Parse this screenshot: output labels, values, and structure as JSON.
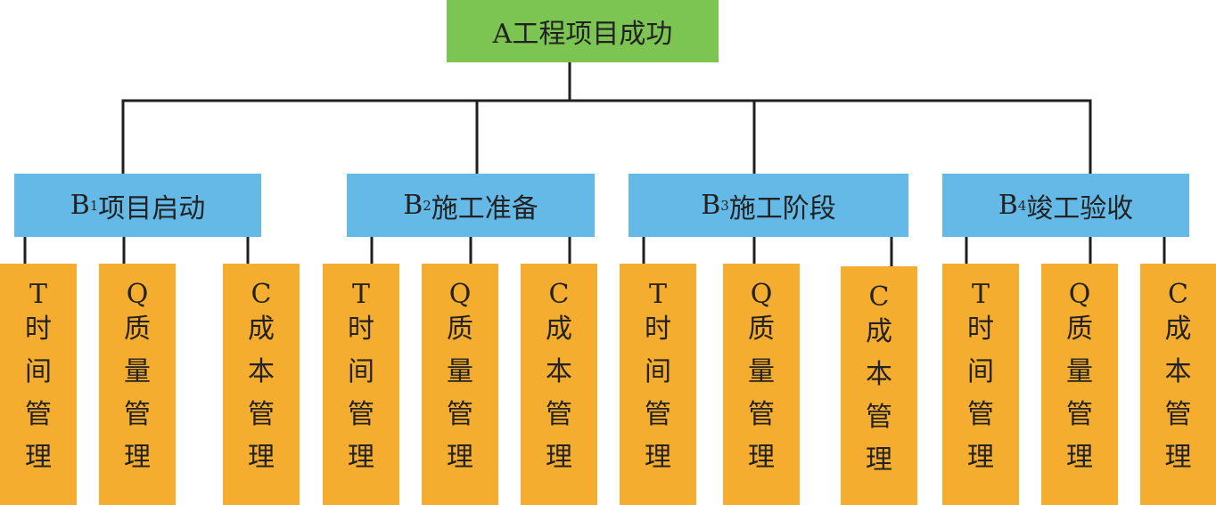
{
  "diagram": {
    "root": {
      "label": "A工程项目成功"
    },
    "phases": [
      {
        "prefix": "B",
        "sub": "1",
        "label": "项目启动",
        "children": [
          {
            "code": "T",
            "chars": [
              "时",
              "间",
              "管",
              "理"
            ]
          },
          {
            "code": "Q",
            "chars": [
              "质",
              "量",
              "管",
              "理"
            ]
          },
          {
            "code": "C",
            "chars": [
              "成",
              "本",
              "管",
              "理"
            ]
          }
        ]
      },
      {
        "prefix": "B",
        "sub": "2",
        "label": "施工准备",
        "children": [
          {
            "code": "T",
            "chars": [
              "时",
              "间",
              "管",
              "理"
            ]
          },
          {
            "code": "Q",
            "chars": [
              "质",
              "量",
              "管",
              "理"
            ]
          },
          {
            "code": "C",
            "chars": [
              "成",
              "本",
              "管",
              "理"
            ]
          }
        ]
      },
      {
        "prefix": "B",
        "sub": "3",
        "label": "施工阶段",
        "children": [
          {
            "code": "T",
            "chars": [
              "时",
              "间",
              "管",
              "理"
            ]
          },
          {
            "code": "Q",
            "chars": [
              "质",
              "量",
              "管",
              "理"
            ]
          },
          {
            "code": "C",
            "chars": [
              "成",
              "本",
              "管",
              "理"
            ]
          }
        ]
      },
      {
        "prefix": "B",
        "sub": "4",
        "label": "竣工验收",
        "children": [
          {
            "code": "T",
            "chars": [
              "时",
              "间",
              "管",
              "理"
            ]
          },
          {
            "code": "Q",
            "chars": [
              "质",
              "量",
              "管",
              "理"
            ]
          },
          {
            "code": "C",
            "chars": [
              "成",
              "本",
              "管",
              "理"
            ]
          }
        ]
      }
    ],
    "colors": {
      "root": "#7dc552",
      "phase": "#64b9e6",
      "leaf": "#f4ad2f",
      "connector": "#1f1f1f"
    }
  }
}
